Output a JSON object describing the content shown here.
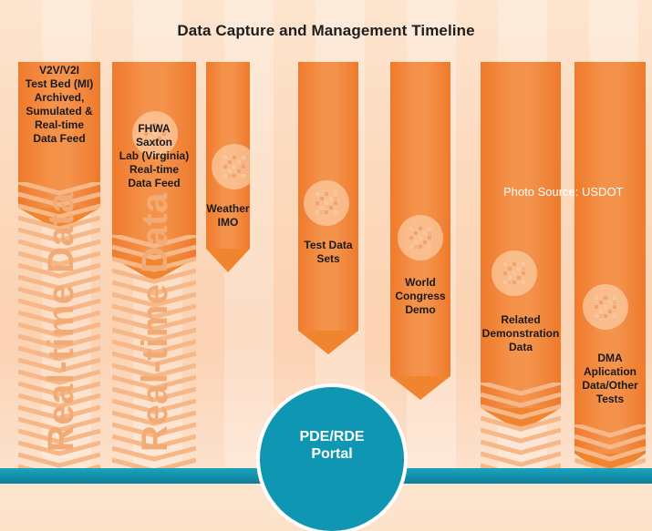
{
  "title": "Data Capture and Management Timeline",
  "photo_credit": "Photo Source: USDOT",
  "watermark_text": "Real-time Data",
  "portal": {
    "line1": "PDE/RDE",
    "line2": "Portal"
  },
  "colors": {
    "orange": "#f1842f",
    "teal": "#0f96b2",
    "background": "#fcd9bd"
  },
  "items": [
    {
      "label": [
        "V2V/V2I",
        "Test Bed (MI)",
        "Archived,",
        "Sumulated &",
        "Real-time",
        "Data Feed"
      ],
      "icon": "database-icon"
    },
    {
      "label": [
        "FHWA",
        "Saxton",
        "Lab (Virginia)",
        "Real-time",
        "Data Feed"
      ],
      "icon": "database-icon"
    },
    {
      "label": [
        "Weather",
        "IMO"
      ],
      "icon": "database-icon"
    },
    {
      "label": [
        "Test Data",
        "Sets"
      ],
      "icon": "database-icon"
    },
    {
      "label": [
        "World",
        "Congress",
        "Demo"
      ],
      "icon": "database-icon"
    },
    {
      "label": [
        "Related",
        "Demonstration",
        "Data"
      ],
      "icon": "database-icon"
    },
    {
      "label": [
        "DMA",
        "Aplication",
        "Data/Other",
        "Tests"
      ],
      "icon": "database-icon"
    }
  ]
}
